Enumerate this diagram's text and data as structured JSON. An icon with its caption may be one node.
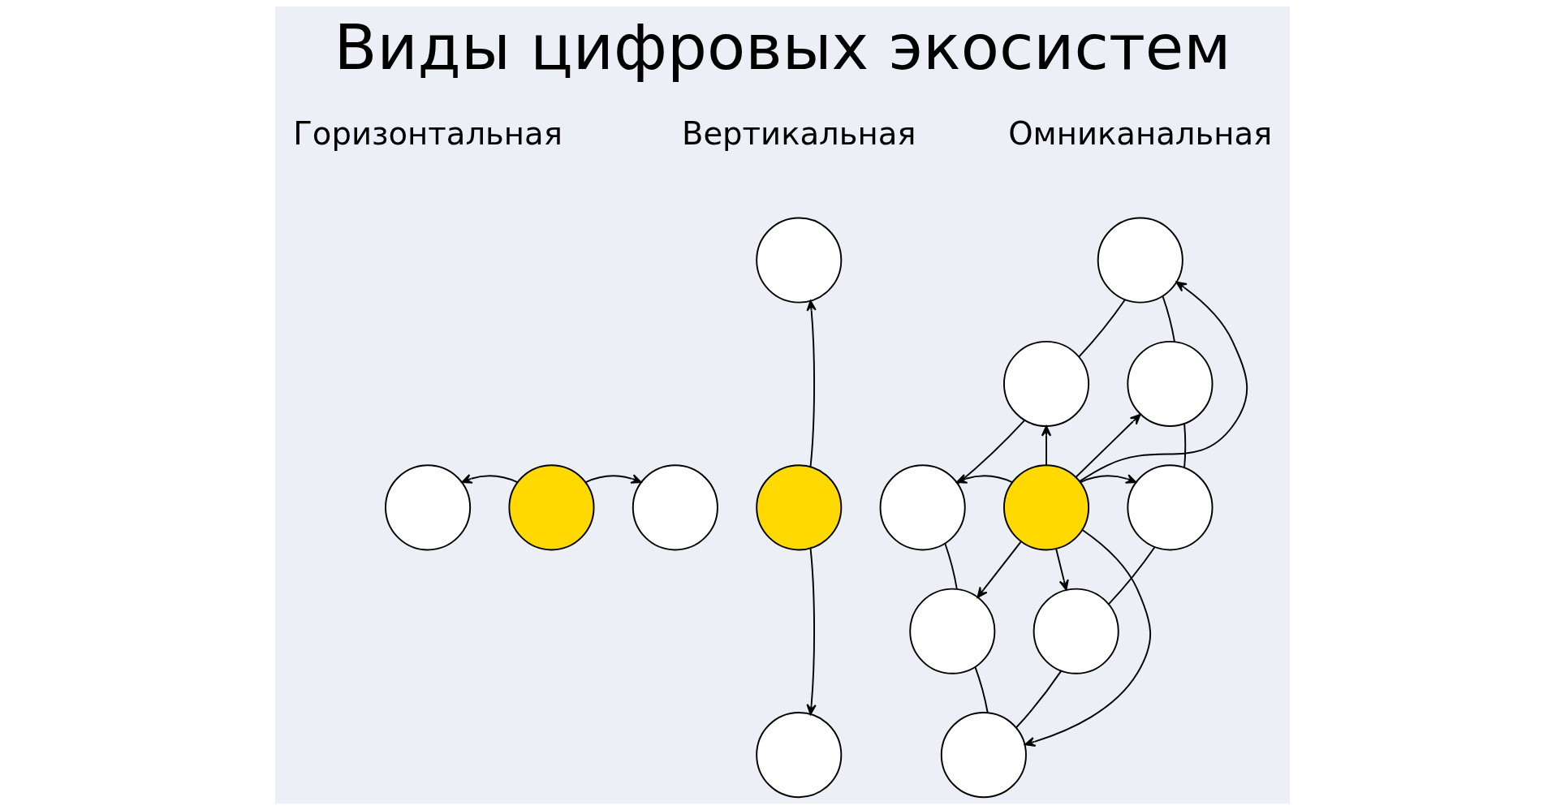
{
  "diagram": {
    "title": "Виды цифровых экосистем",
    "nodes": [
      {
        "text": [],
        "shape": "circle"
      },
      {
        "text": [],
        "shape": "circle"
      },
      {
        "text": [],
        "shape": "circle"
      },
      {
        "text": [],
        "shape": "circle"
      },
      {
        "text": [],
        "shape": "circle"
      },
      {
        "text": [],
        "shape": "circle"
      },
      {
        "text": [],
        "shape": "circle"
      },
      {
        "text": [],
        "shape": "circle"
      },
      {
        "text": [],
        "shape": "circle"
      },
      {
        "text": [],
        "shape": "circle"
      },
      {
        "text": [],
        "shape": "circle"
      },
      {
        "text": [],
        "shape": "circle"
      },
      {
        "text": [],
        "shape": "circle"
      },
      {
        "text": [],
        "shape": "circle"
      },
      {
        "text": [],
        "shape": "circle"
      }
    ],
    "edges": [
      {
        "from": 1,
        "to": 0,
        "arrow": "to"
      },
      {
        "from": 1,
        "to": 2,
        "arrow": "to"
      },
      {
        "from": 4,
        "to": 3,
        "arrow": "to"
      },
      {
        "from": 4,
        "to": 5,
        "arrow": "to"
      },
      {
        "from": 10,
        "to": 6,
        "arrow": "to"
      },
      {
        "from": 10,
        "to": 8,
        "arrow": "to"
      },
      {
        "from": 10,
        "to": 11,
        "arrow": "to"
      },
      {
        "from": 10,
        "to": 13,
        "arrow": "to"
      },
      {
        "from": 10,
        "to": 14,
        "arrow": "to"
      },
      {
        "from": 10,
        "to": 12,
        "arrow": "to"
      },
      {
        "from": 10,
        "to": 9,
        "arrow": "to"
      },
      {
        "from": 10,
        "to": 7,
        "arrow": "to"
      },
      {
        "from": 6,
        "to": 8,
        "arrow": "none"
      },
      {
        "from": 8,
        "to": 11,
        "arrow": "none"
      },
      {
        "from": 11,
        "to": 13,
        "arrow": "none"
      },
      {
        "from": 13,
        "to": 14,
        "arrow": "none"
      },
      {
        "from": 14,
        "to": 12,
        "arrow": "none"
      },
      {
        "from": 12,
        "to": 9,
        "arrow": "none"
      },
      {
        "from": 9,
        "to": 7,
        "arrow": "none"
      },
      {
        "from": 7,
        "to": 6,
        "arrow": "none"
      }
    ],
    "labels": [
      "Горизонтальная",
      "Вертикальная",
      "Омниканальная"
    ]
  }
}
